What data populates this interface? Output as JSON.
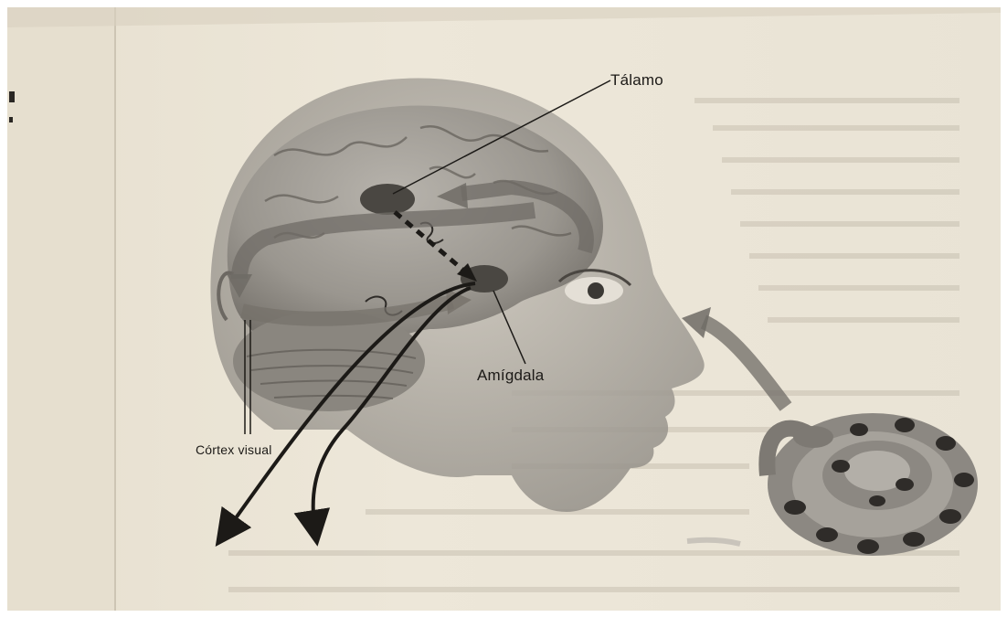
{
  "figure": {
    "labels": {
      "talamo": "Tálamo",
      "amigdala": "Amígdala",
      "cortex_visual": "Córtex visual"
    },
    "colors": {
      "page": "#ece5d7",
      "left_page": "#e9e2d3",
      "ink": "#1c1a17",
      "illustration_gray": "#8d8a85",
      "background": "#ffffff"
    }
  }
}
